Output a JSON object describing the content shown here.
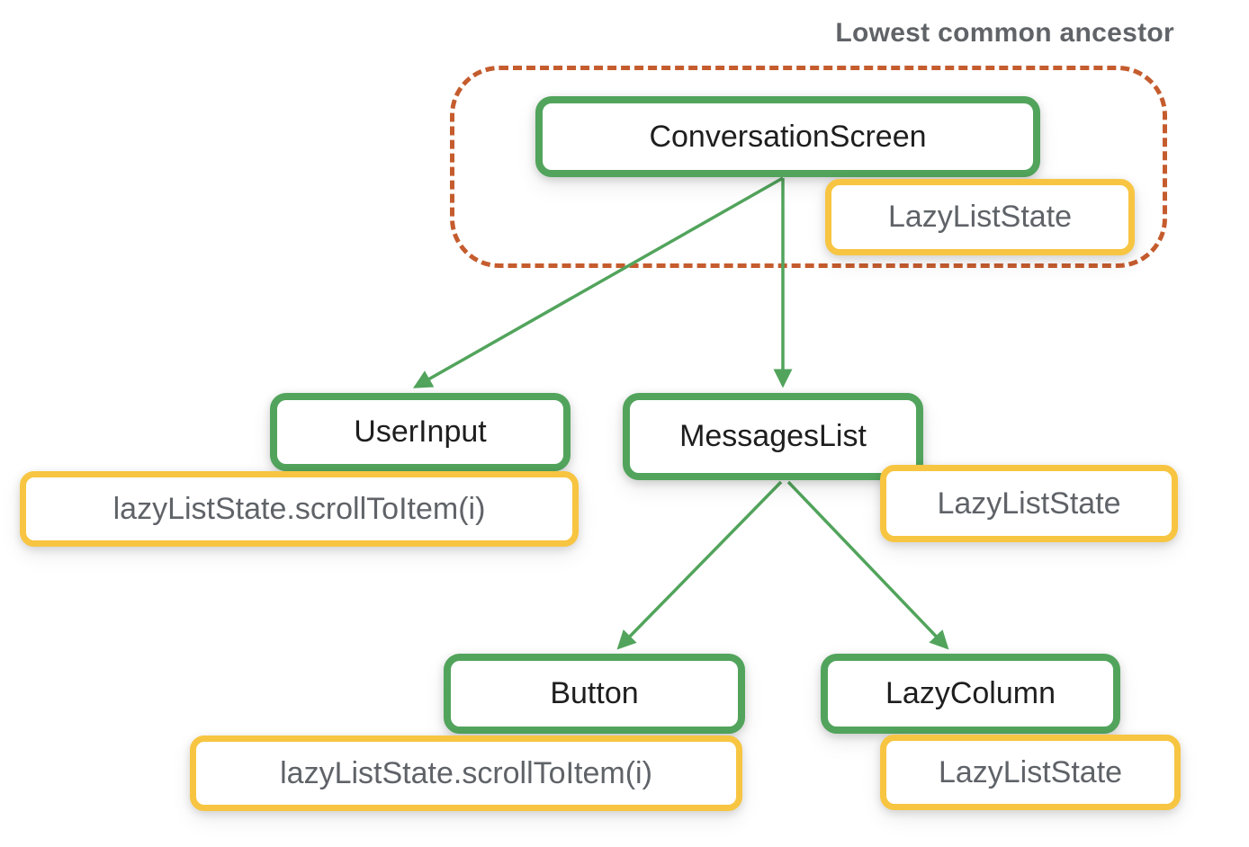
{
  "annotation": {
    "label": "Lowest common ancestor"
  },
  "tree": {
    "conversation_screen": {
      "label": "ConversationScreen",
      "state": "LazyListState"
    },
    "user_input": {
      "label": "UserInput",
      "call": "lazyListState.scrollToItem(i)"
    },
    "messages_list": {
      "label": "MessagesList",
      "state": "LazyListState"
    },
    "button": {
      "label": "Button",
      "call": "lazyListState.scrollToItem(i)"
    },
    "lazy_column": {
      "label": "LazyColumn",
      "state": "LazyListState"
    }
  },
  "edges": [
    {
      "from": "ConversationScreen",
      "to": "UserInput"
    },
    {
      "from": "ConversationScreen",
      "to": "MessagesList"
    },
    {
      "from": "MessagesList",
      "to": "Button"
    },
    {
      "from": "MessagesList",
      "to": "LazyColumn"
    }
  ],
  "colors": {
    "node_border": "#52A45C",
    "state_border": "#F7C541",
    "ancestor_outline": "#C55C2E",
    "node_text": "#1E1E1E",
    "state_text": "#5F6368",
    "annotation_text": "#606367",
    "arrow": "#52A45C",
    "background": "#FFFFFF"
  }
}
